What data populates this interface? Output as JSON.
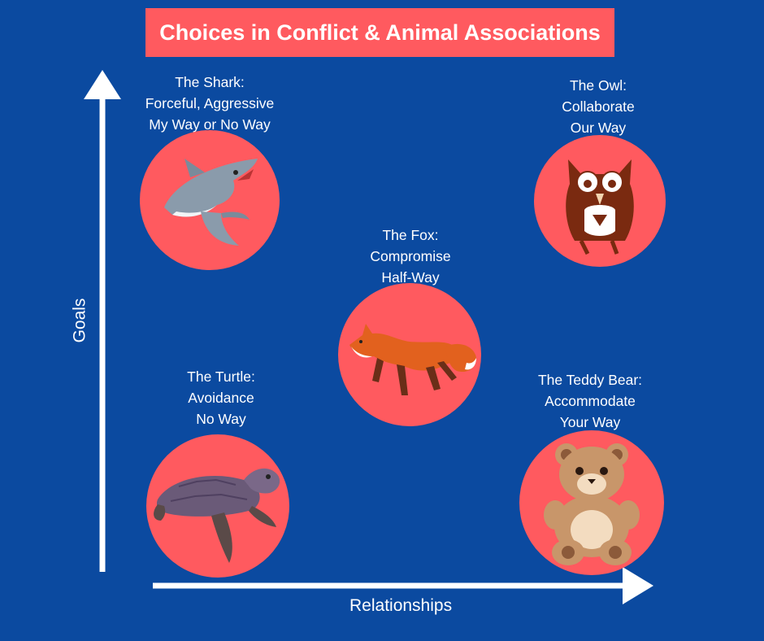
{
  "title": "Choices in Conflict & Animal Associations",
  "axes": {
    "y_label": "Goals",
    "x_label": "Relationships"
  },
  "animals": [
    {
      "id": "shark",
      "name": "The Shark:",
      "line1": "Forceful, Aggressive",
      "line2": "My Way or No Way"
    },
    {
      "id": "owl",
      "name": "The Owl:",
      "line1": "Collaborate",
      "line2": "Our Way"
    },
    {
      "id": "fox",
      "name": "The Fox:",
      "line1": "Compromise",
      "line2": "Half-Way"
    },
    {
      "id": "turtle",
      "name": "The Turtle:",
      "line1": "Avoidance",
      "line2": "No Way"
    },
    {
      "id": "bear",
      "name": "The Teddy Bear:",
      "line1": "Accommodate",
      "line2": "Your Way"
    }
  ],
  "colors": {
    "background": "#0b4aa0",
    "accent": "#ff5a5f",
    "text": "#ffffff"
  }
}
